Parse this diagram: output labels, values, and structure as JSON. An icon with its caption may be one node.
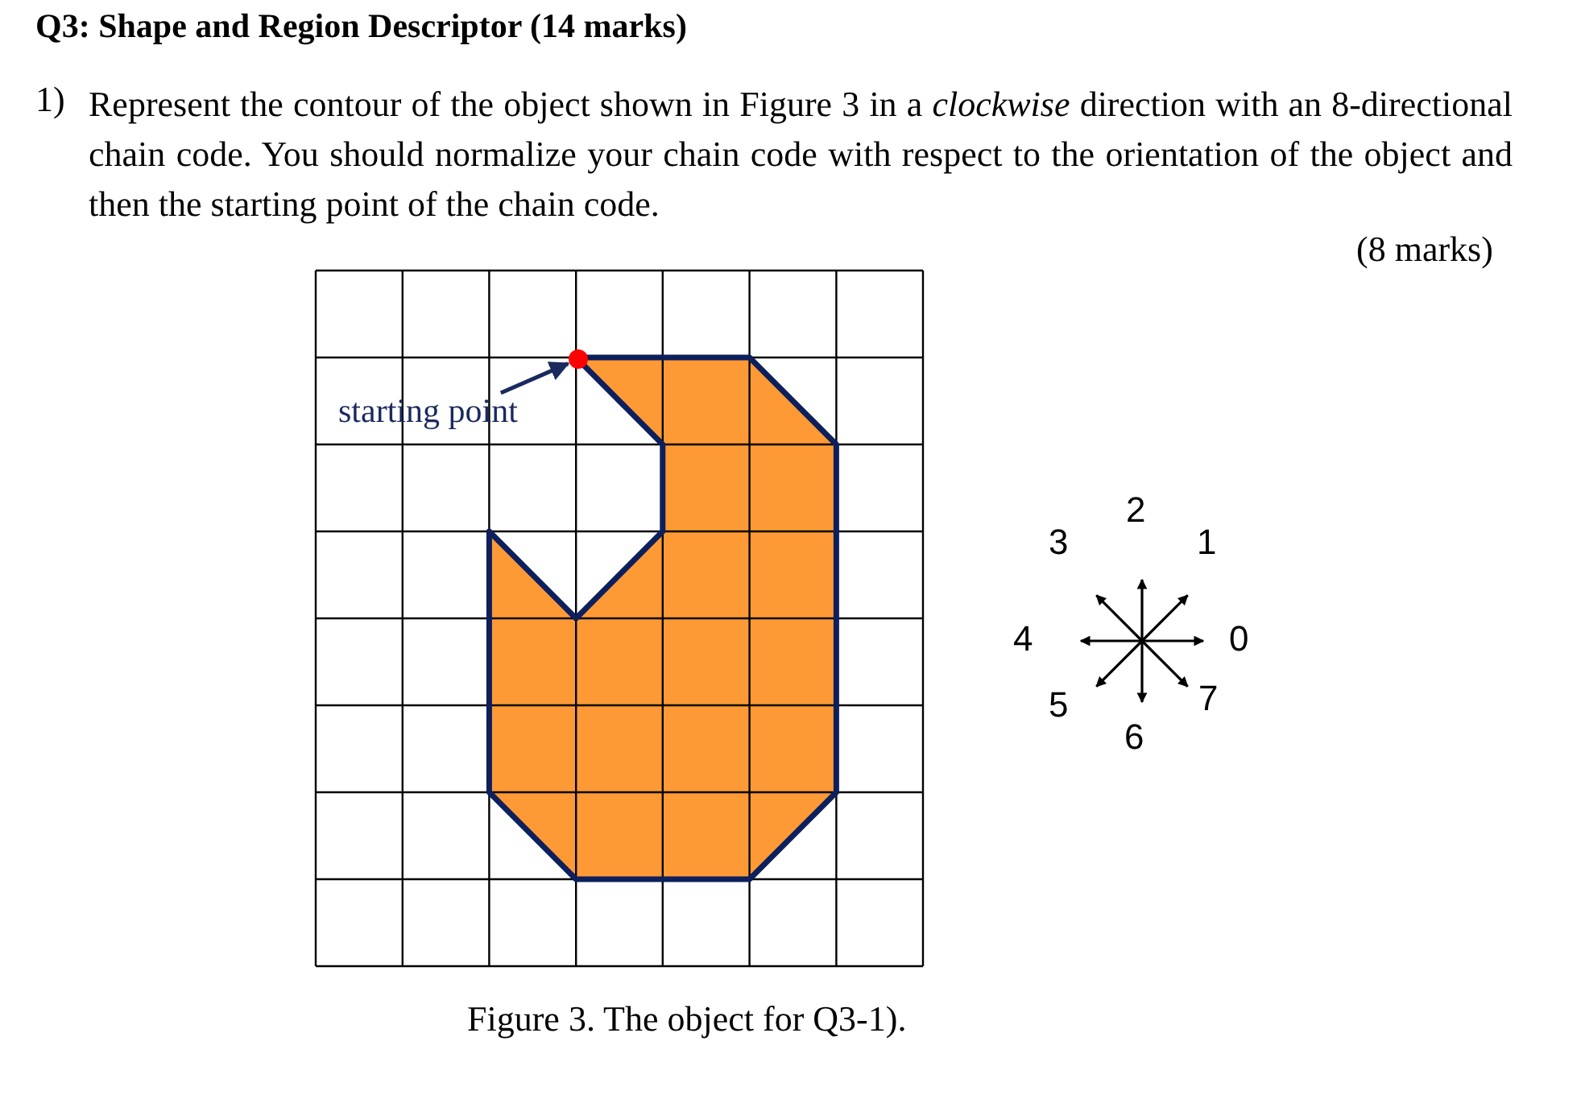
{
  "diagram": {
    "title": "Q3: Shape and Region Descriptor (14 marks)",
    "caption": "Figure 3. The object for Q3-1).",
    "nodes": [
      {
        "text": [
          "starting point"
        ]
      },
      {
        "text": [],
        "shape": "circle"
      }
    ],
    "edges": [
      {
        "from": 0,
        "to": 1,
        "arrow": "to"
      }
    ],
    "labels": [
      "1)",
      "Represent the contour of the object shown in Figure 3 in a *clockwise* direction with an 8-directional chain code. You should normalize your chain code with respect to the orientation of the object and then the starting point of the chain code.",
      "(8 marks)",
      "2",
      "3",
      "1",
      "4",
      "0",
      "5",
      "7",
      "6"
    ]
  }
}
